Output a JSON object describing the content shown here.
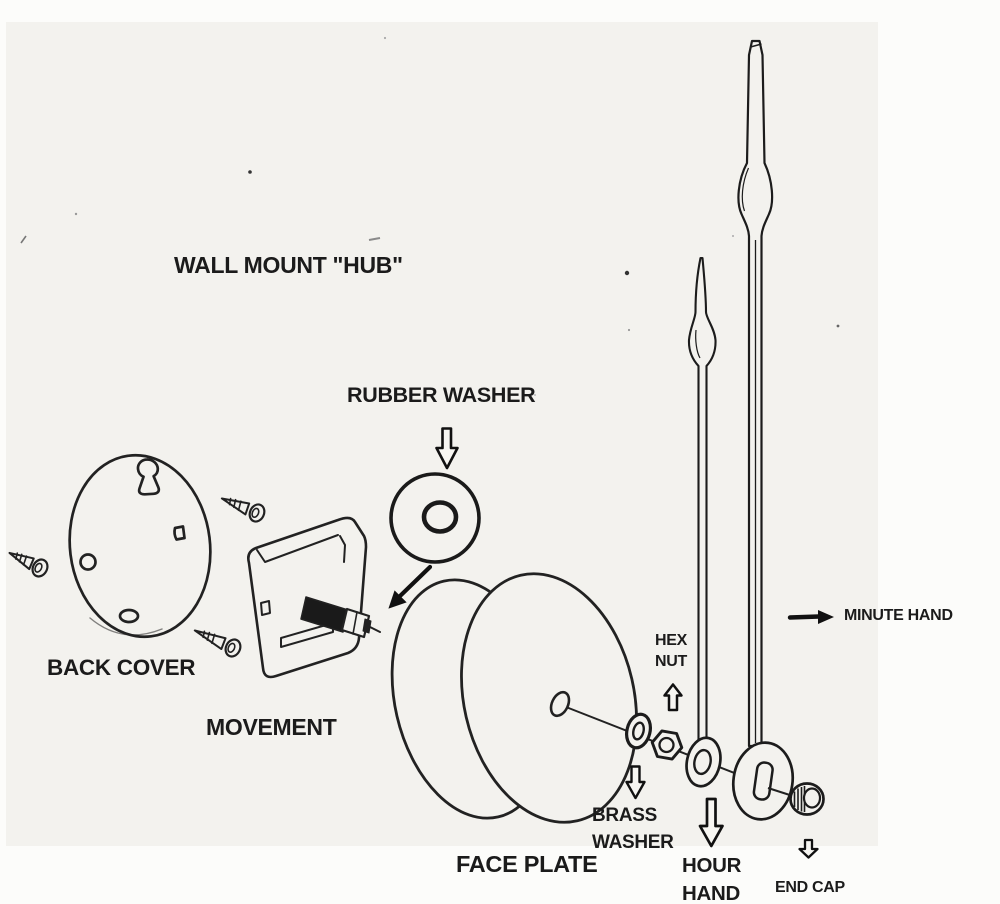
{
  "colors": {
    "line": "#222222",
    "background_gray": "#f3f2ee",
    "paper_white": "#fcfcfa",
    "text": "#1b1b1b"
  },
  "labels": {
    "wall_mount_hub": "WALL MOUNT \"HUB\"",
    "rubber_washer": "RUBBER WASHER",
    "back_cover": "BACK COVER",
    "movement": "MOVEMENT",
    "face_plate": "FACE PLATE",
    "brass_washer": [
      "BRASS",
      "WASHER"
    ],
    "hex_nut": [
      "HEX",
      "NUT"
    ],
    "minute_hand": "MINUTE HAND",
    "hour_hand": [
      "HOUR",
      "HAND"
    ],
    "end_cap": "END CAP"
  }
}
